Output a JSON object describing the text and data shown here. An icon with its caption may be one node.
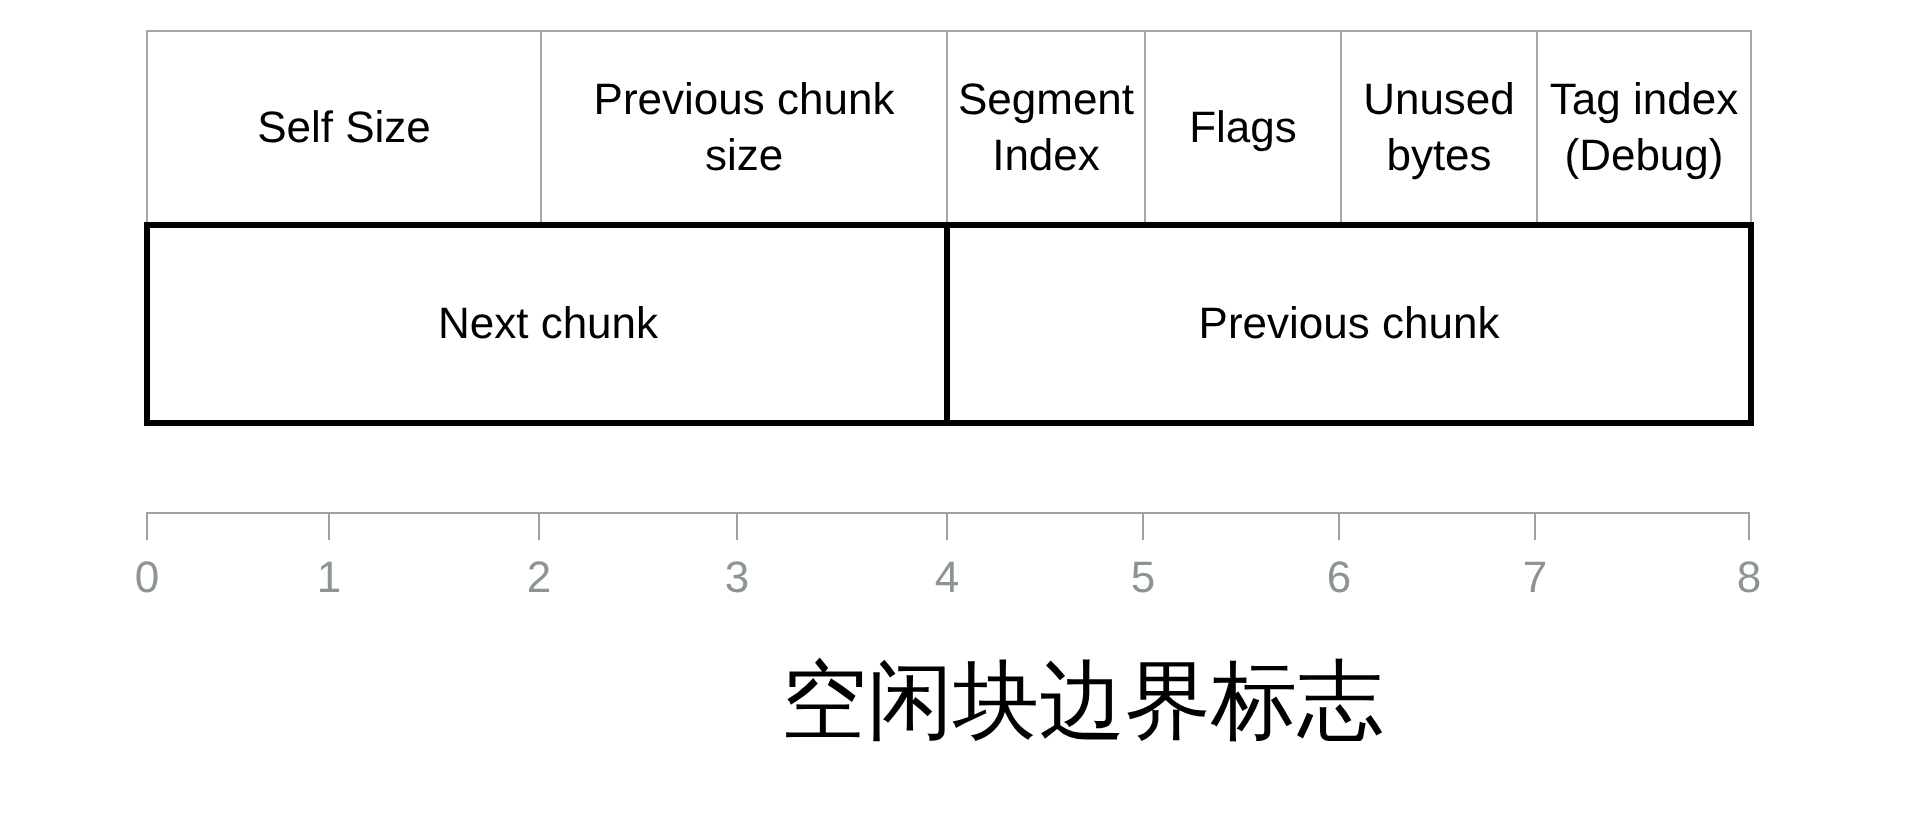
{
  "diagram": {
    "caption": "空闲块边界标志",
    "nodes": [
      {
        "text": [
          "Self Size"
        ]
      },
      {
        "text": [
          "Previous chunk size"
        ]
      },
      {
        "text": [
          "Segment Index"
        ]
      },
      {
        "text": [
          "Flags"
        ]
      },
      {
        "text": [
          "Unused bytes"
        ]
      },
      {
        "text": [
          "Tag index (Debug)"
        ]
      },
      {
        "text": [
          "Next chunk"
        ]
      },
      {
        "text": [
          "Previous chunk"
        ]
      }
    ],
    "labels": [
      "0",
      "1",
      "2",
      "3",
      "4",
      "5",
      "6",
      "7",
      "8"
    ]
  }
}
